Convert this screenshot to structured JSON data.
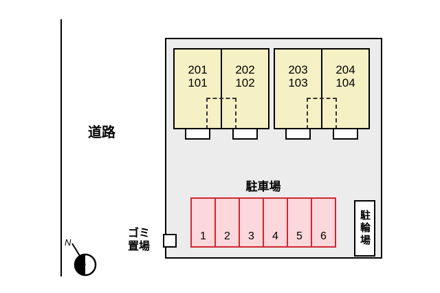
{
  "labels": {
    "road": "道路",
    "bicycle": "駐輪場",
    "garbage_line1": "ゴミ",
    "garbage_line2": "置場",
    "compass_north": "N"
  },
  "building": {
    "units": [
      {
        "upper": "201",
        "lower": "101"
      },
      {
        "upper": "202",
        "lower": "102"
      },
      {
        "upper": "203",
        "lower": "103"
      },
      {
        "upper": "204",
        "lower": "104"
      }
    ]
  },
  "parking": {
    "title": "駐車場",
    "spaces": [
      "1",
      "2",
      "3",
      "4",
      "5",
      "6"
    ]
  },
  "colors": {
    "site_fill": "#ececec",
    "unit_fill": "#f6f0c5",
    "parking_fill": "#fcd7db",
    "parking_border": "#cf2630"
  }
}
